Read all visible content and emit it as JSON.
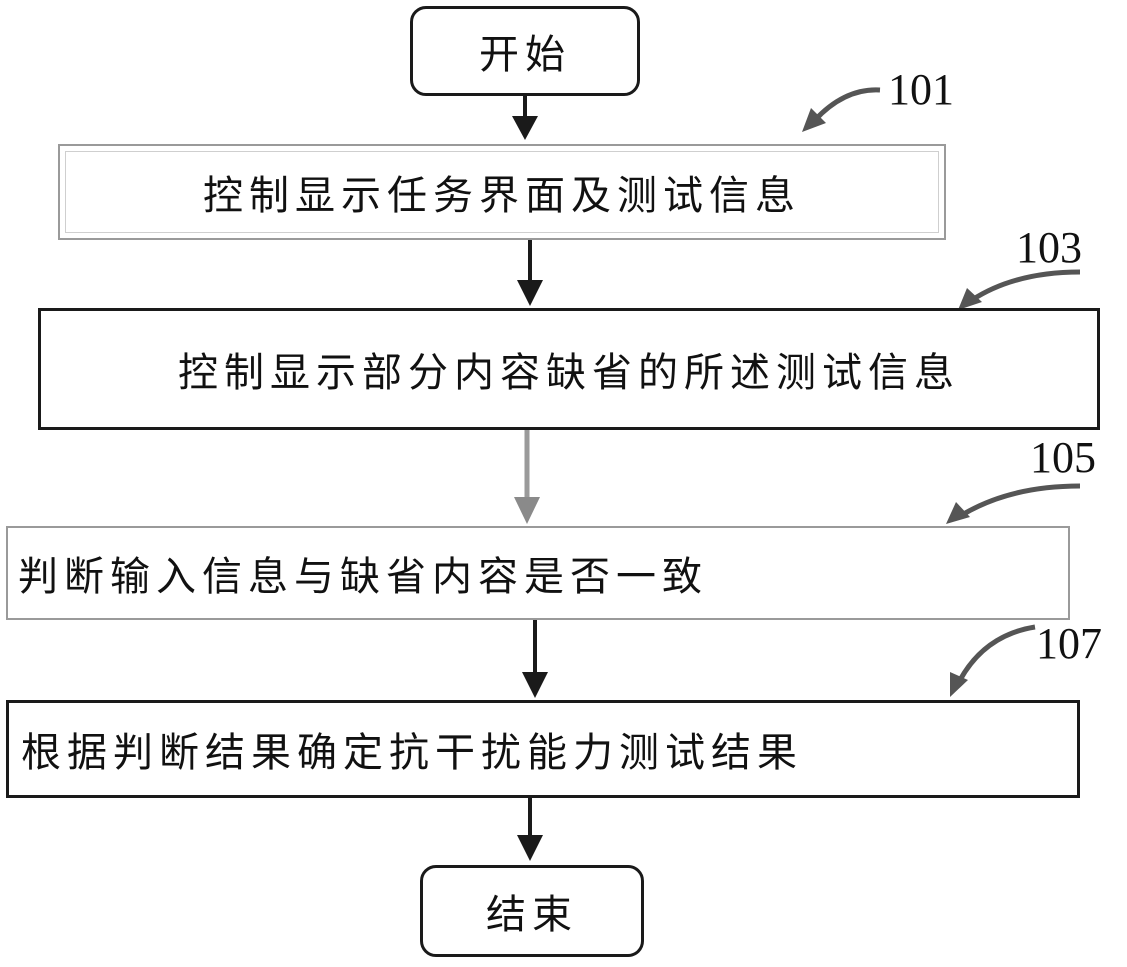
{
  "start": {
    "label": "开始"
  },
  "end": {
    "label": "结束"
  },
  "steps": [
    {
      "ref": "101",
      "label": "控制显示任务界面及测试信息"
    },
    {
      "ref": "103",
      "label": "控制显示部分内容缺省的所述测试信息"
    },
    {
      "ref": "105",
      "label": "判断输入信息与缺省内容是否一致"
    },
    {
      "ref": "107",
      "label": "根据判断结果确定抗干扰能力测试结果"
    }
  ],
  "colors": {
    "line": "#1a1a1a",
    "pointer": "#555555",
    "faded_arrow": "#9a9a9a"
  }
}
